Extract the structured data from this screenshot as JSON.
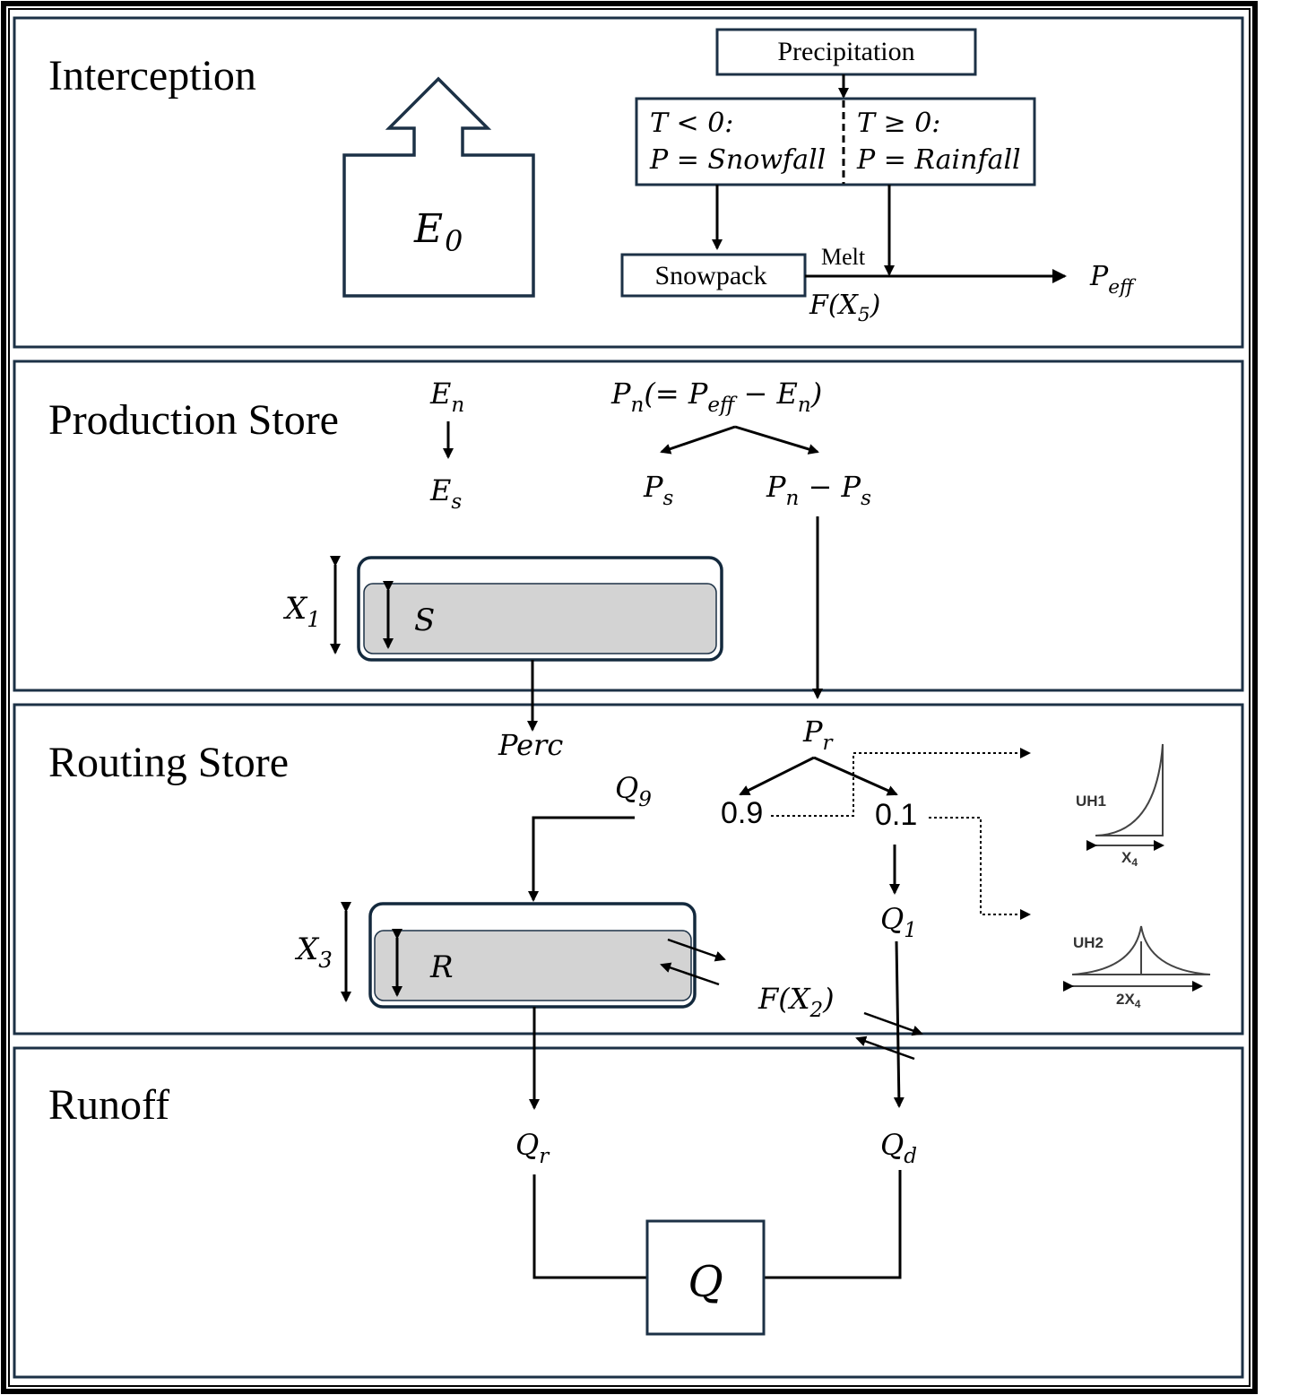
{
  "panels": {
    "interception": "Interception",
    "production": "Production Store",
    "routing": "Routing Store",
    "runoff": "Runoff"
  },
  "interception": {
    "evap": "E_0",
    "precipitation": "Precipitation",
    "cold_condition": "T < 0:",
    "cold_result": "P = Snowfall",
    "warm_condition": "T ≥ 0:",
    "warm_result": "P = Rainfall",
    "snowpack": "Snowpack",
    "melt": "Melt",
    "melt_function": "F(X_5)",
    "effective_precip": "P_eff"
  },
  "production": {
    "net_evap": "E_n",
    "soil_evap": "E_s",
    "net_precip": "P_n(= P_eff − E_n)",
    "precip_to_store": "P_s",
    "precip_remainder": "P_n − P_s",
    "capacity": "X_1",
    "store_level": "S"
  },
  "routing": {
    "percolation": "Perc",
    "routed_precip": "P_r",
    "split_routing": "0.9",
    "split_direct": "0.1",
    "q9": "Q_9",
    "q1": "Q_1",
    "capacity": "X_3",
    "store_level": "R",
    "exchange_function": "F(X_2)",
    "uh1": {
      "name": "UH1",
      "base": "X4"
    },
    "uh2": {
      "name": "UH2",
      "base": "2X4"
    }
  },
  "runoff": {
    "routed_flow": "Q_r",
    "direct_flow": "Q_d",
    "total": "Q"
  }
}
